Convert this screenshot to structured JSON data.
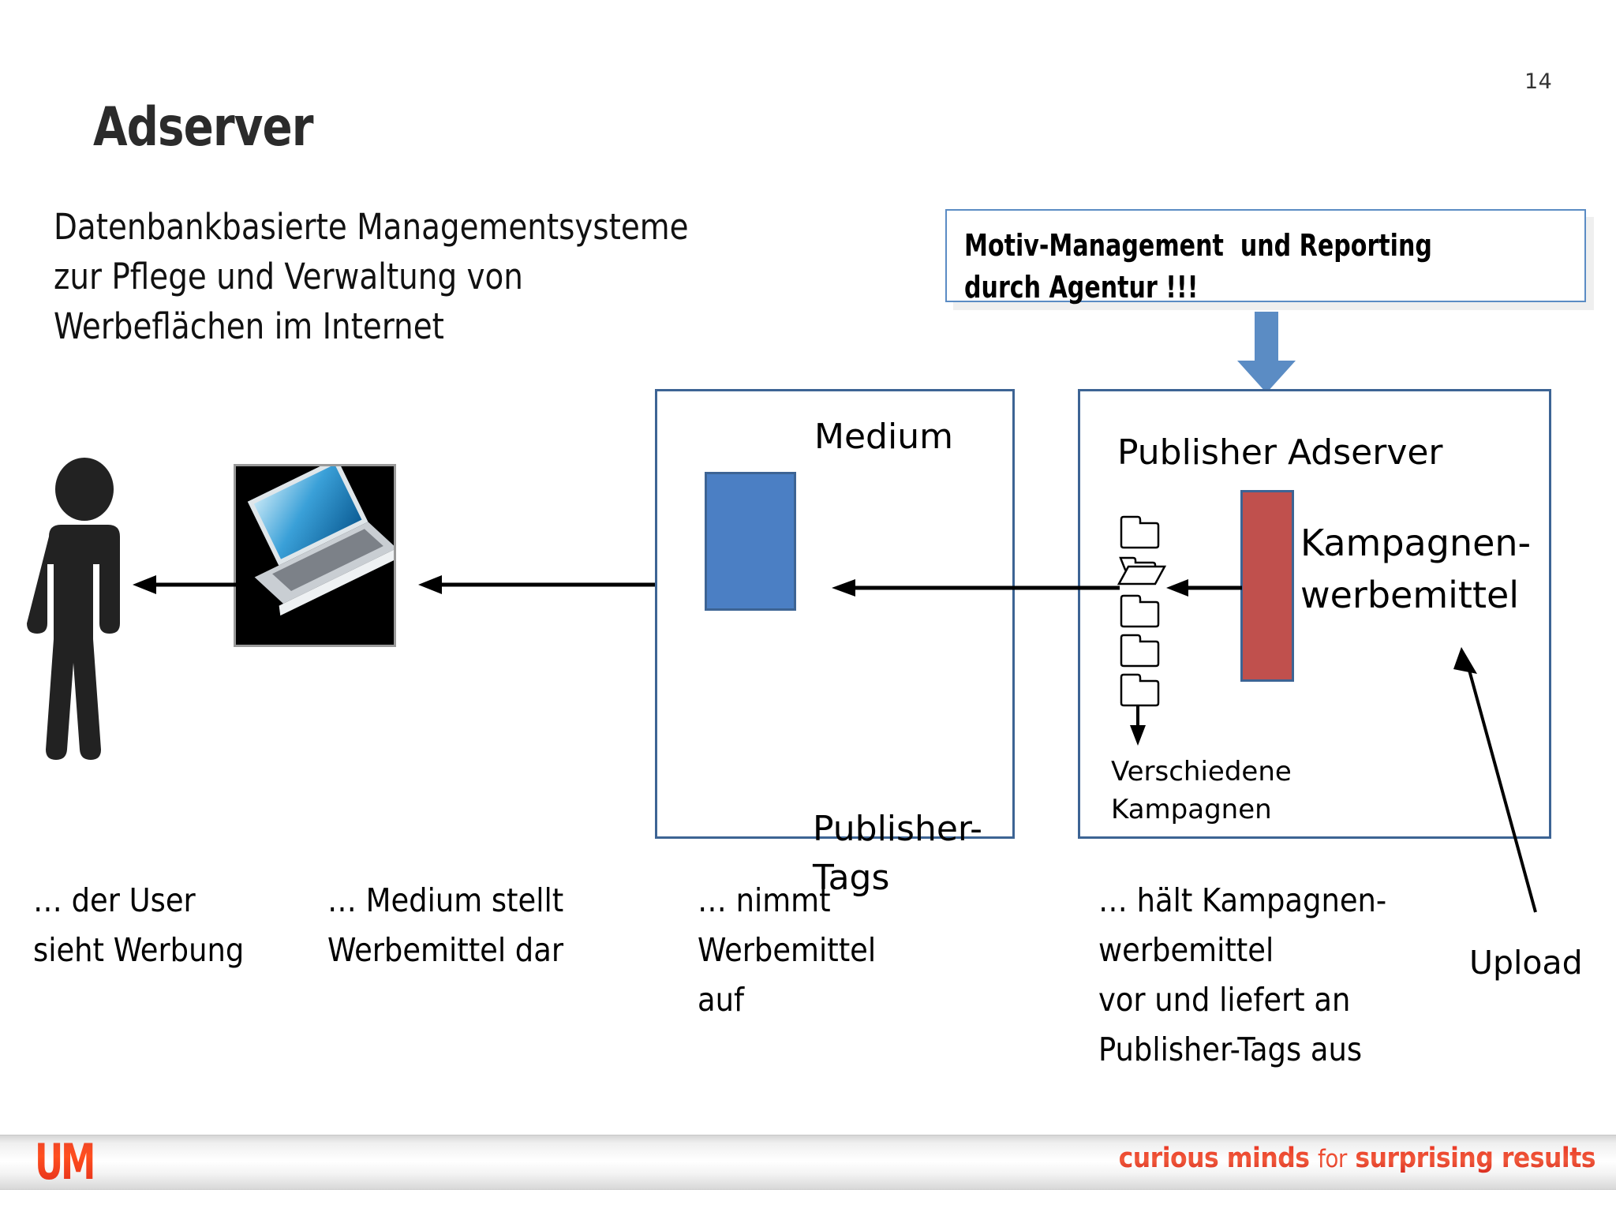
{
  "page": {
    "number": "14"
  },
  "title": "Adserver",
  "subtitle": {
    "lines": [
      "Datenbankbasierte Managementsysteme",
      "zur Pflege und Verwaltung von",
      "Werbeflächen im Internet"
    ]
  },
  "callout": {
    "line1": "Motiv-Management  und Reporting",
    "line2": "durch Agentur !!!",
    "border_color": "#5b8cc4"
  },
  "diagram": {
    "medium_box": {
      "label": "Medium",
      "tags_label_line1": "Publisher-",
      "tags_label_line2": "Tags",
      "bar_color": "#4b7fc4"
    },
    "adserver_box": {
      "label": "Publisher Adserver",
      "bar_color": "#c0504d",
      "kampagnen_line1": "Kampagnen-",
      "kampagnen_line2": "werbemittel",
      "folders_note_line1": "Verschiedene",
      "folders_note_line2": "Kampagnen",
      "folder_count": 5
    },
    "upload_label": "Upload",
    "user_icon": "person-icon",
    "device_icon": "laptop-photo"
  },
  "captions": [
    {
      "lines": [
        "… der User",
        "sieht Werbung"
      ]
    },
    {
      "lines": [
        "… Medium stellt",
        "Werbemittel dar"
      ]
    },
    {
      "lines": [
        "… nimmt",
        "Werbemittel",
        "auf"
      ]
    },
    {
      "lines": [
        "… hält Kampagnen-",
        "werbemittel",
        "vor und liefert an",
        "Publisher-Tags aus"
      ]
    }
  ],
  "footer": {
    "logo": "UM",
    "tagline_part1": "curious minds",
    "tagline_part2": "for",
    "tagline_part3": "surprising results",
    "brand_color": "#e8301e"
  }
}
